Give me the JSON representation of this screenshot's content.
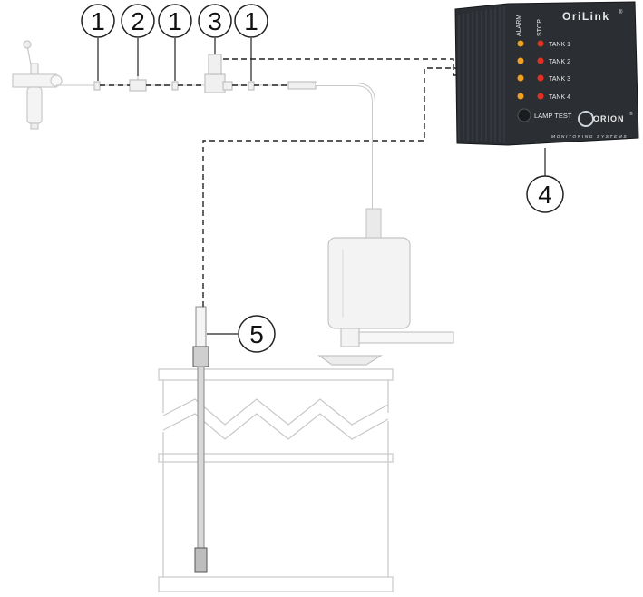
{
  "callouts": {
    "c1a": "1",
    "c2": "2",
    "c1b": "1",
    "c3": "3",
    "c1c": "1",
    "c4": "4",
    "c5": "5"
  },
  "panel": {
    "brand": "OriLink",
    "brand_mark": "®",
    "alarm_label": "ALARM",
    "stop_label": "STOP",
    "tank_labels": [
      "TANK 1",
      "TANK 2",
      "TANK 3",
      "TANK 4"
    ],
    "lamp_test_label": "LAMP TEST",
    "company": "ORION",
    "company_mark": "®",
    "tagline": "MONITORING SYSTEMS",
    "colors": {
      "body": "#2b2e33",
      "ribs": "#3a3e44",
      "alarm_led": "#f0a020",
      "stop_led": "#e03020"
    }
  },
  "colors": {
    "line": "#c8c8c8",
    "dashed": "#222222"
  }
}
